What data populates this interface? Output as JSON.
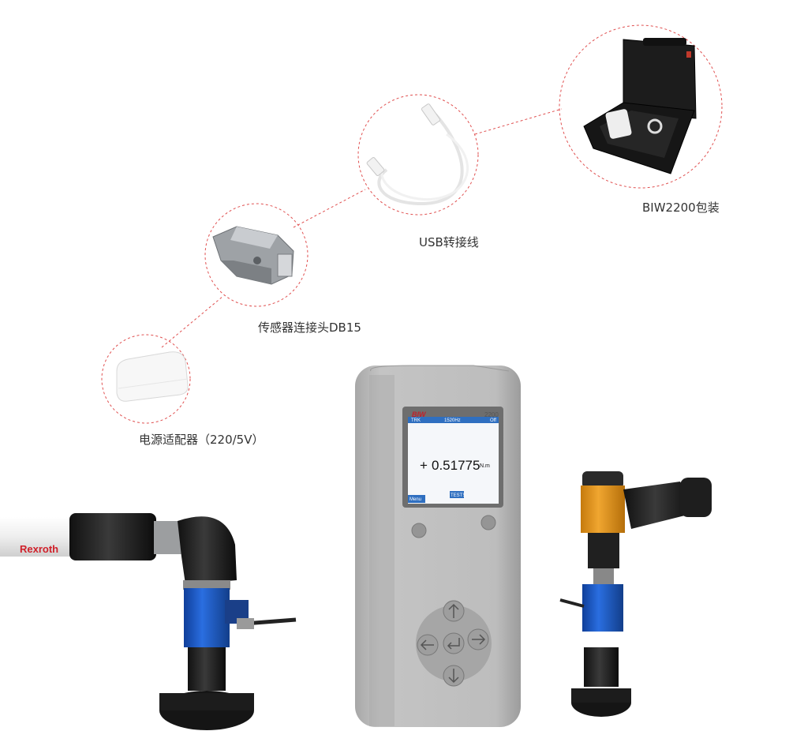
{
  "accessories": {
    "power_adapter": "电源适配器（220/5V）",
    "db15_connector": "传感器连接头DB15",
    "usb_cable": "USB转接线",
    "case": "BIW2200包装"
  },
  "device": {
    "brand": "BIW",
    "model": "2200",
    "status_left": "TRK",
    "status_center": "1520Hz",
    "status_right": "Off",
    "reading_sign": "+",
    "reading_value": "0.51775",
    "reading_unit": "N.m",
    "soft_left": "Menu",
    "soft_right": "TESTS"
  },
  "tool_brand": "Rexroth",
  "colors": {
    "dashed_circle": "#e05050",
    "device_body": "#b9b9b9",
    "screen_header": "#2f6fc0",
    "sensor_blue": "#1f5fd0",
    "tool_orange": "#e8981c"
  }
}
